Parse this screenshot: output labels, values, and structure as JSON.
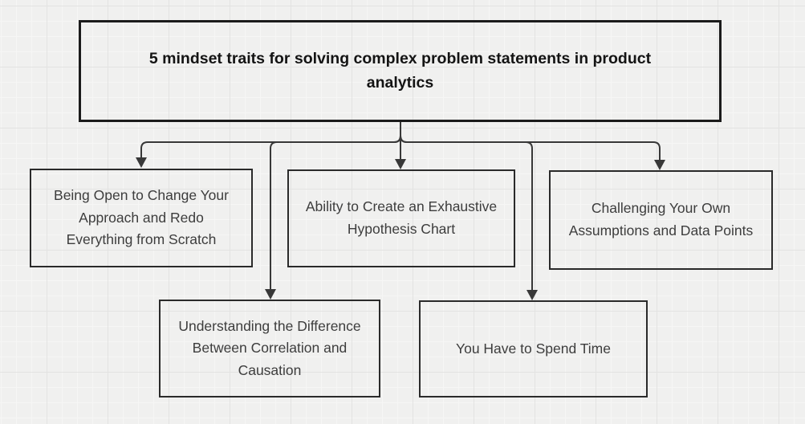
{
  "diagram": {
    "title_lines": [
      "5 mindset traits for solving complex problem statements in product",
      "analytics"
    ],
    "title_text": "5 mindset traits for solving complex problem statements in product analytics",
    "nodes": [
      {
        "id": "being-open-to-change",
        "lines": [
          "Being Open to Change Your",
          "Approach and Redo",
          "Everything from Scratch"
        ],
        "text": "Being Open to Change Your Approach and Redo Everything from Scratch"
      },
      {
        "id": "exhaustive-hypothesis-chart",
        "lines": [
          "Ability to Create an Exhaustive",
          "Hypothesis Chart"
        ],
        "text": "Ability to Create an Exhaustive Hypothesis Chart"
      },
      {
        "id": "challenging-assumptions",
        "lines": [
          "Challenging Your Own",
          "Assumptions and Data Points"
        ],
        "text": "Challenging Your Own Assumptions and Data Points"
      },
      {
        "id": "correlation-vs-causation",
        "lines": [
          "Understanding the Difference",
          "Between Correlation and",
          "Causation"
        ],
        "text": "Understanding the Difference Between Correlation and Causation"
      },
      {
        "id": "spend-time",
        "lines": [
          "You Have to Spend Time"
        ],
        "text": "You Have to Spend Time"
      }
    ],
    "edges": [
      {
        "from": "title",
        "to": "being-open-to-change"
      },
      {
        "from": "title",
        "to": "correlation-vs-causation"
      },
      {
        "from": "title",
        "to": "exhaustive-hypothesis-chart"
      },
      {
        "from": "title",
        "to": "spend-time"
      },
      {
        "from": "title",
        "to": "challenging-assumptions"
      }
    ],
    "colors": {
      "canvas_background": "#f0f0ef",
      "grid_minor": "#f6f6f5",
      "grid_major": "#e3e3e2",
      "box_border": "#2a2a2a",
      "title_border": "#1b1b1b",
      "arrow": "#383838",
      "title_text": "#141414",
      "node_text": "#3d3d3d"
    }
  }
}
